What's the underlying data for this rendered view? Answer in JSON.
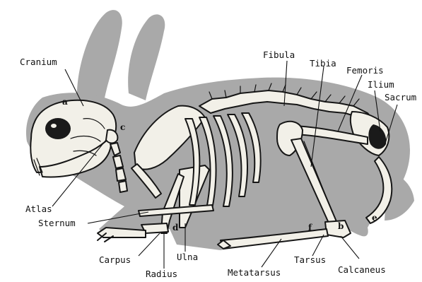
{
  "labels": {
    "cranium": "Cranium",
    "fibula": "Fibula",
    "tibia": "Tibia",
    "femoris": "Femoris",
    "ilium": "Ilium",
    "sacrum": "Sacrum",
    "atlas": "Atlas",
    "sternum": "Sternum",
    "carpus": "Carpus",
    "ulna": "Ulna",
    "radius": "Radius",
    "metatarsus": "Metatarsus",
    "tarsus": "Tarsus",
    "calcaneus": "Calcaneus"
  },
  "letters": {
    "a": "a",
    "b": "b",
    "c": "c",
    "d": "d",
    "e": "e",
    "f": "f"
  },
  "colors": {
    "silhouette": "#a9a9a9",
    "bone": "#f2f0e8",
    "ink": "#111111"
  }
}
